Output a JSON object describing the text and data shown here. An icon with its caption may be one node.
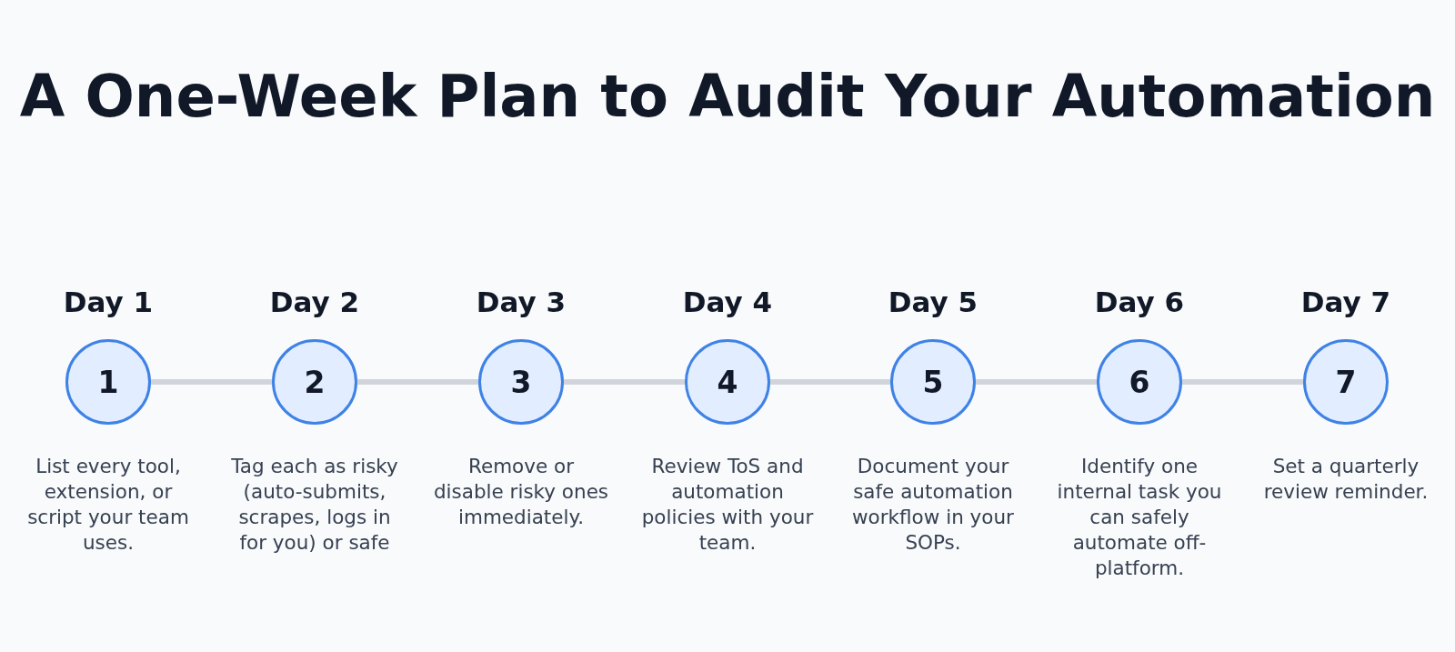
{
  "diagram": {
    "title": "A One-Week Plan to Audit Your Automation",
    "nodes": [
      {
        "text": [
          "Day 1",
          "1"
        ],
        "beside": [
          "List every tool, extension, or script your team uses."
        ]
      },
      {
        "text": [
          "Day 2",
          "2"
        ],
        "beside": [
          "Tag each as risky (auto-submits, scrapes, logs in for you) or safe"
        ]
      },
      {
        "text": [
          "Day 3",
          "3"
        ],
        "beside": [
          "Remove or disable risky ones immediately."
        ]
      },
      {
        "text": [
          "Day 4",
          "4"
        ],
        "beside": [
          "Review ToS and automation policies with your team."
        ]
      },
      {
        "text": [
          "Day 5",
          "5"
        ],
        "beside": [
          "Document your safe automation workflow in your SOPs."
        ]
      },
      {
        "text": [
          "Day 6",
          "6"
        ],
        "beside": [
          "Identify one internal task you can safely automate off-platform."
        ]
      },
      {
        "text": [
          "Day 7",
          "7"
        ],
        "beside": [
          "Set a quarterly review reminder."
        ]
      }
    ],
    "edges": [
      {
        "from": 0,
        "to": 1,
        "arrow": "none"
      },
      {
        "from": 1,
        "to": 2,
        "arrow": "none"
      },
      {
        "from": 2,
        "to": 3,
        "arrow": "none"
      },
      {
        "from": 3,
        "to": 4,
        "arrow": "none"
      },
      {
        "from": 4,
        "to": 5,
        "arrow": "none"
      },
      {
        "from": 5,
        "to": 6,
        "arrow": "none"
      }
    ]
  }
}
